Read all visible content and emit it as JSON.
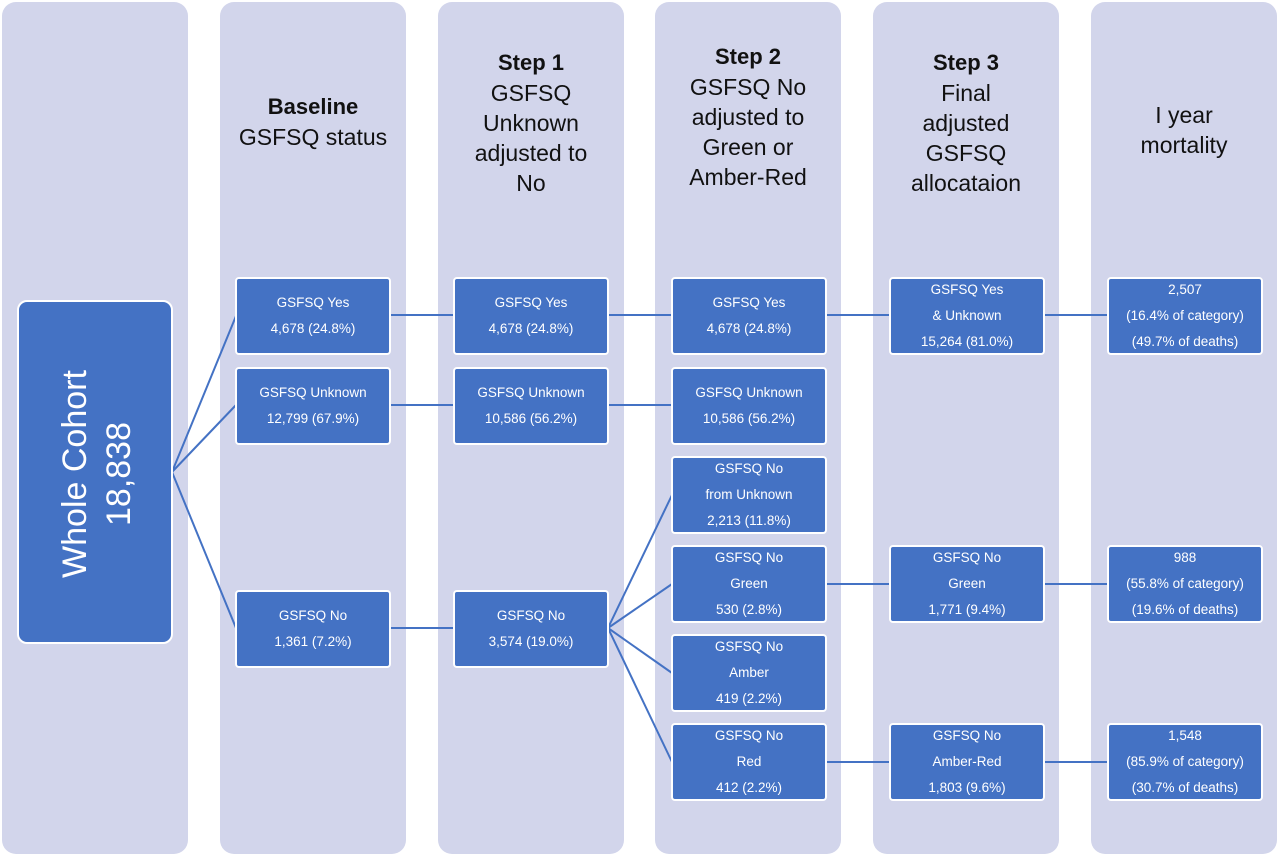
{
  "columns": [
    {
      "title_bold": "",
      "title_lines": []
    },
    {
      "title_bold": "Baseline",
      "title_lines": [
        "GSFSQ status"
      ]
    },
    {
      "title_bold": "Step 1",
      "title_lines": [
        "GSFSQ",
        "Unknown",
        "adjusted to",
        "No"
      ]
    },
    {
      "title_bold": "Step 2",
      "title_lines": [
        "GSFSQ No",
        "adjusted to",
        "Green or",
        "Amber-Red"
      ]
    },
    {
      "title_bold": "Step 3",
      "title_lines": [
        "Final",
        "adjusted",
        "GSFSQ",
        "allocataion"
      ]
    },
    {
      "title_bold": "",
      "title_lines": [
        "I year",
        "mortality"
      ]
    }
  ],
  "cohort": {
    "label": "Whole Cohort",
    "count": "18,838"
  },
  "boxes": {
    "b_yes": [
      "GSFSQ Yes",
      "4,678  (24.8%)"
    ],
    "b_unknown": [
      "GSFSQ Unknown",
      "12,799  (67.9%)"
    ],
    "b_no": [
      "GSFSQ No",
      "1,361  (7.2%)"
    ],
    "s1_yes": [
      "GSFSQ Yes",
      "4,678  (24.8%)"
    ],
    "s1_unknown": [
      "GSFSQ Unknown",
      "10,586  (56.2%)"
    ],
    "s1_no": [
      "GSFSQ No",
      "3,574  (19.0%)"
    ],
    "s2_yes": [
      "GSFSQ Yes",
      "4,678  (24.8%)"
    ],
    "s2_unknown": [
      "GSFSQ Unknown",
      "10,586  (56.2%)"
    ],
    "s2_no_from_unknown": [
      "GSFSQ No",
      "from Unknown",
      "2,213  (11.8%)"
    ],
    "s2_green": [
      "GSFSQ No",
      "Green",
      "530  (2.8%)"
    ],
    "s2_amber": [
      "GSFSQ No",
      "Amber",
      "419  (2.2%)"
    ],
    "s2_red": [
      "GSFSQ No",
      "Red",
      "412  (2.2%)"
    ],
    "s3_yes_unknown": [
      "GSFSQ Yes",
      "& Unknown",
      "15,264  (81.0%)"
    ],
    "s3_green": [
      "GSFSQ No",
      "Green",
      "1,771  (9.4%)"
    ],
    "s3_amber_red": [
      "GSFSQ No",
      "Amber-Red",
      "1,803  (9.6%)"
    ],
    "m_yes_unknown": [
      "2,507",
      "(16.4% of category)",
      "(49.7% of deaths)"
    ],
    "m_green": [
      "988",
      "(55.8%  of category)",
      "(19.6% of deaths)"
    ],
    "m_amber_red": [
      "1,548",
      "(85.9% of category)",
      "(30.7% of deaths)"
    ]
  },
  "colors": {
    "column_bg": "#d2d5eb",
    "box_fill": "#4472c4",
    "box_text": "#ffffff",
    "connector": "#4472c4"
  }
}
